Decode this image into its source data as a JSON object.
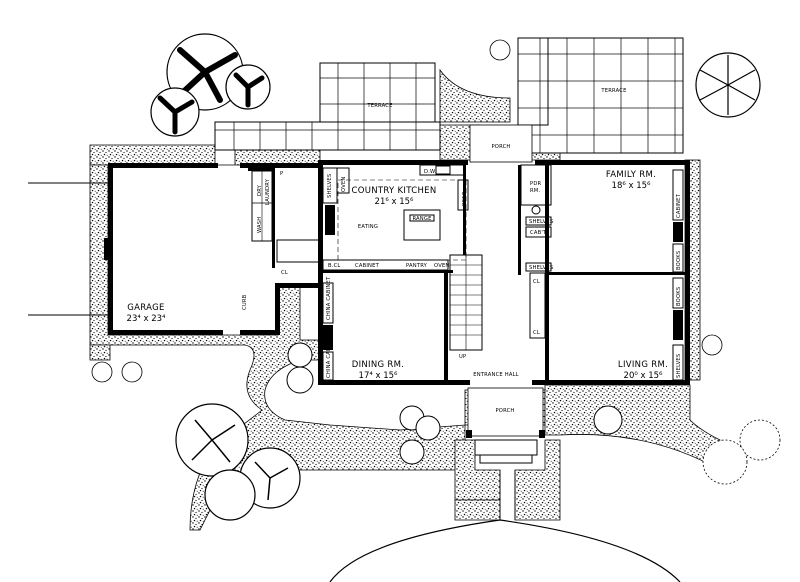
{
  "rooms": {
    "garage": {
      "name": "GARAGE",
      "dims": "23⁴ x 23⁴"
    },
    "terrace_left": {
      "name": "TERRACE"
    },
    "terrace_right": {
      "name": "TERRACE"
    },
    "porch_rear": {
      "name": "PORCH"
    },
    "porch_front": {
      "name": "PORCH"
    },
    "country_kitchen": {
      "name": "COUNTRY KITCHEN",
      "dims": "21⁶ x 15⁶"
    },
    "eating": {
      "name": "EATING"
    },
    "family": {
      "name": "FAMILY RM.",
      "dims": "18⁶ x 15⁶"
    },
    "dining": {
      "name": "DINING RM.",
      "dims": "17⁴ x 15⁶"
    },
    "living": {
      "name": "LIVING RM.",
      "dims": "20⁰ x 15⁶"
    },
    "entrance": {
      "name": "ENTRANCE HALL"
    },
    "pdr": {
      "name": "PDR RM."
    }
  },
  "fixtures": {
    "shelves": "SHELVES",
    "oven": "OVEN",
    "dw": "D.W.",
    "range": "RANGE",
    "refg": "REFG",
    "laundry": "LAUNDRY",
    "dry": "DRY",
    "wash": "WASH",
    "p": "P",
    "cl": "CL",
    "blcl": "B.CL",
    "cabinet": "CABINET",
    "pantry": "PANTRY",
    "china_cabinet": "CHINA CABINET",
    "cabt": "CAB'T.",
    "books": "BOOKS",
    "curb": "CURB",
    "up": "UP"
  }
}
